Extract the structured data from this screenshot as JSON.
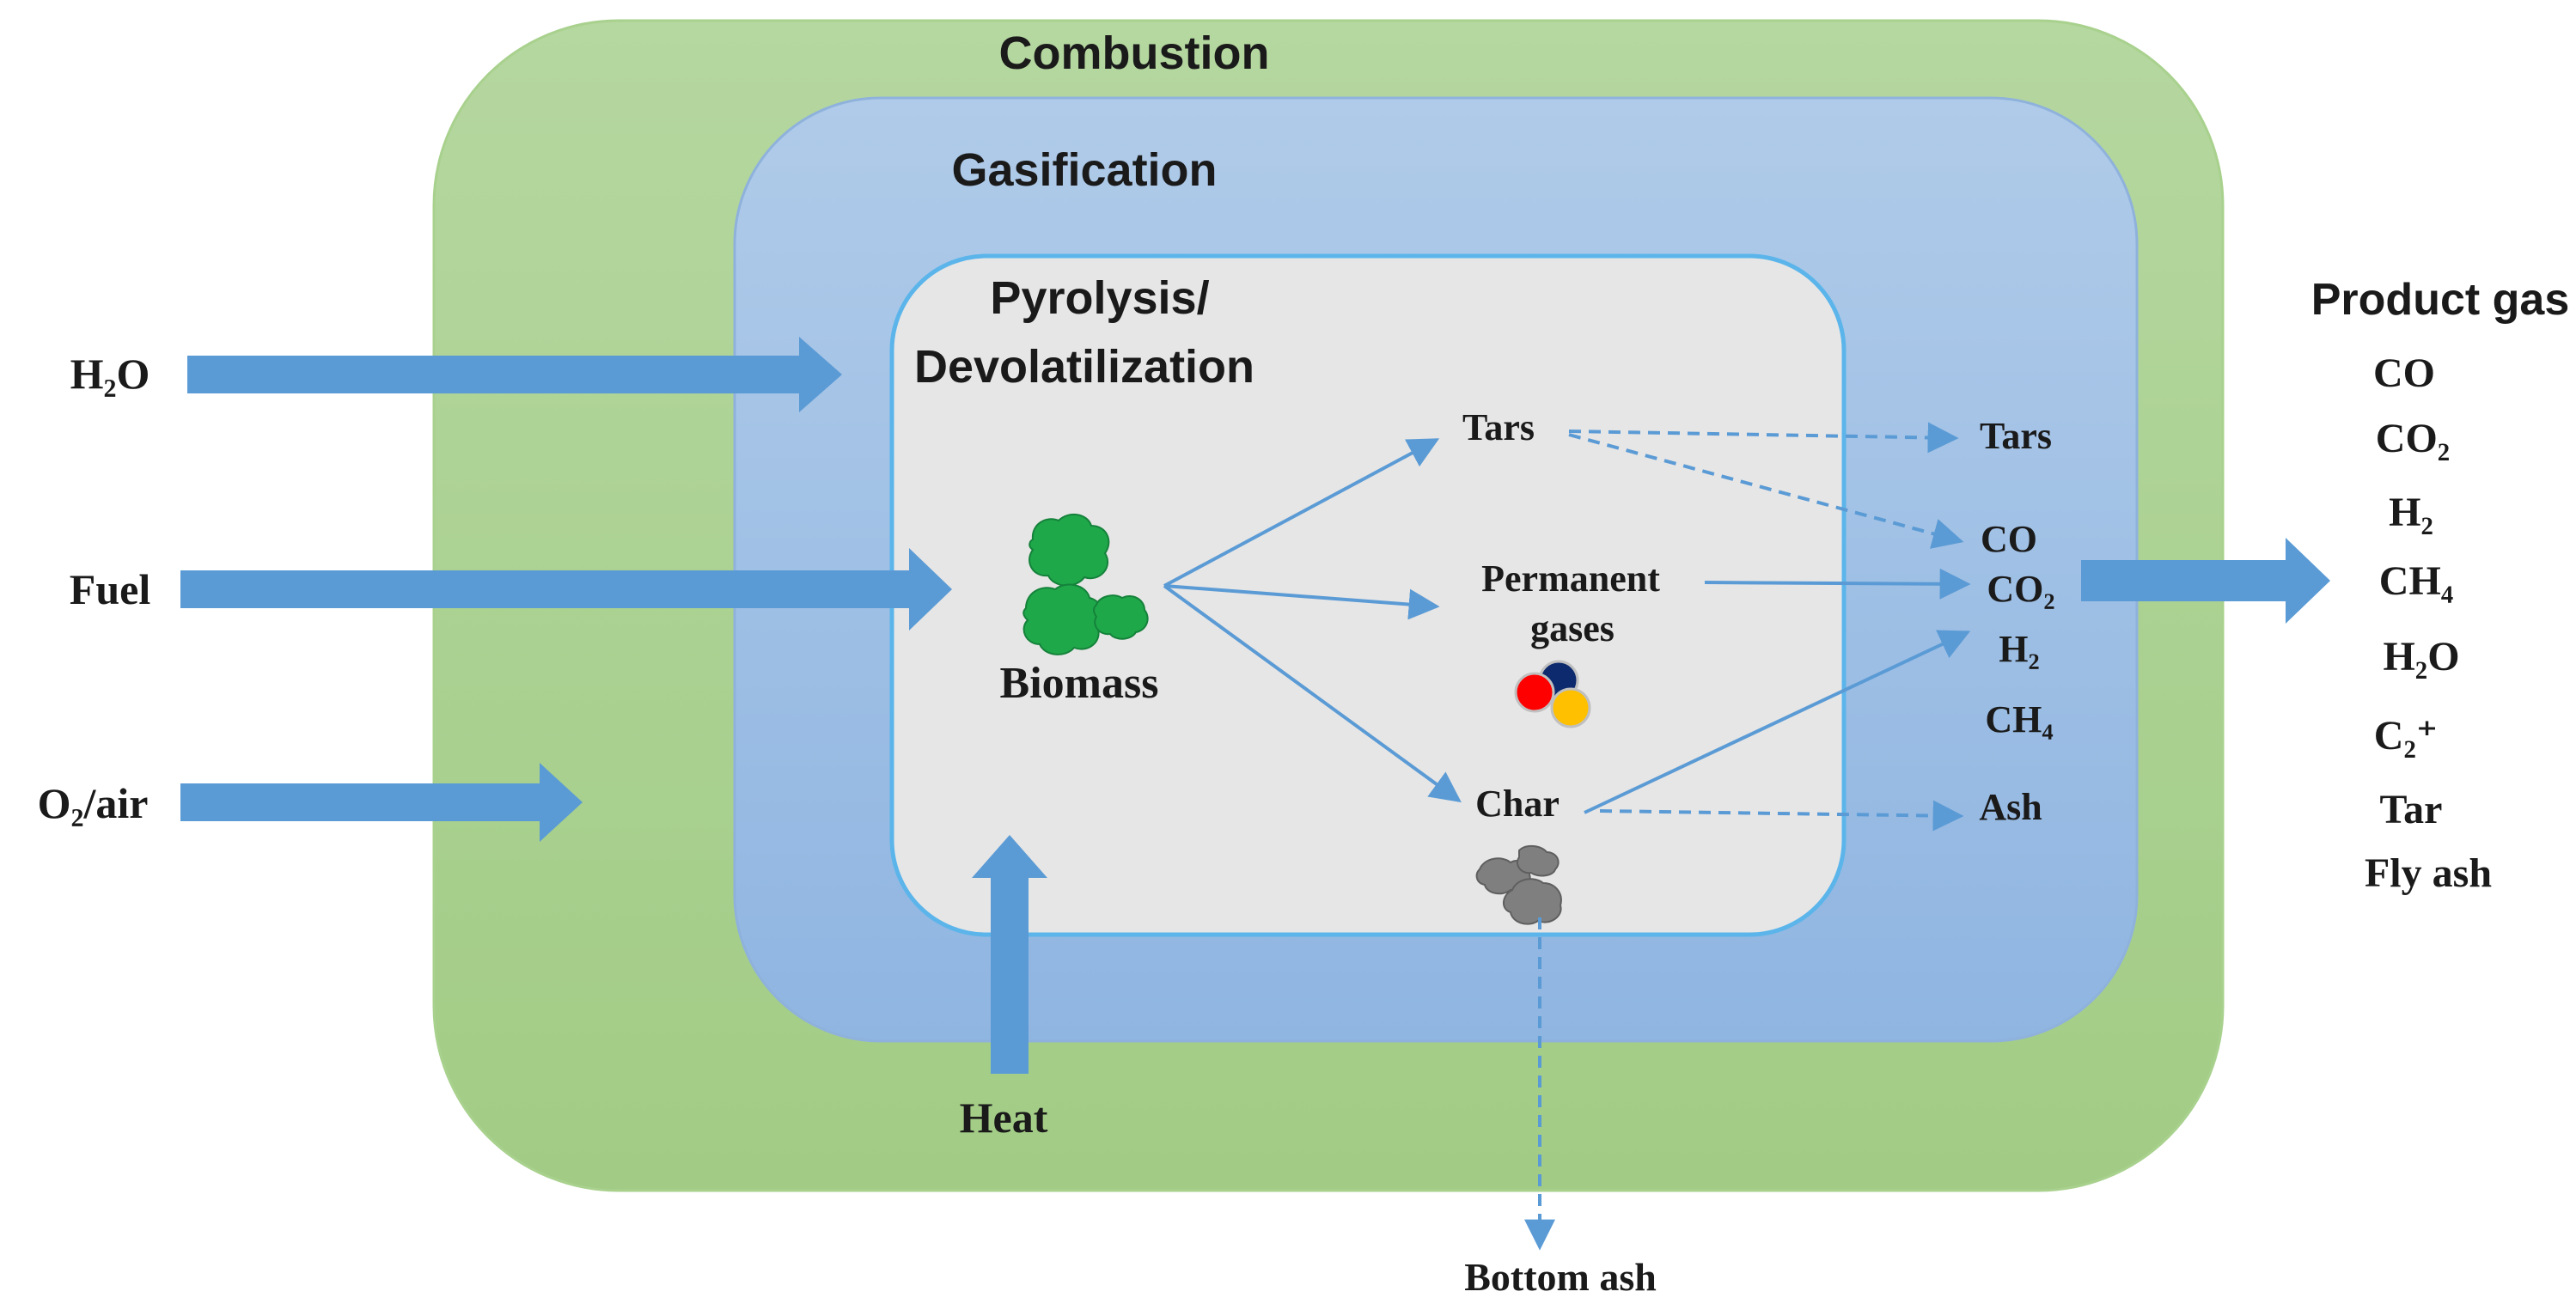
{
  "zones": {
    "combustion": "Combustion",
    "gasification": "Gasification",
    "pyrolysis_line1": "Pyrolysis/",
    "pyrolysis_line2": "Devolatilization"
  },
  "inputs": {
    "h2o": "H₂O",
    "fuel": "Fuel",
    "o2_air": "O₂/air",
    "heat": "Heat"
  },
  "pyrolysis": {
    "biomass": "Biomass",
    "tars": "Tars",
    "permanent_gases_line1": "Permanent",
    "permanent_gases_line2": "gases",
    "char": "Char"
  },
  "gasification_products": {
    "tars": "Tars",
    "co": "CO",
    "co2": "CO₂",
    "h2": "H₂",
    "ch4": "CH₄",
    "ash": "Ash"
  },
  "product_gas": {
    "title": "Product gas",
    "items": [
      "CO",
      "CO₂",
      "H₂",
      "CH₄",
      "H₂O",
      "C₂⁺",
      "Tar",
      "Fly ash"
    ]
  },
  "bottom_ash": "Bottom ash",
  "colors": {
    "combustion_fill": "#a9d18e",
    "gasification_fill": "#9dc3e6",
    "pyrolysis_fill": "#e7e6e6",
    "pyrolysis_border": "#5bb5ea",
    "arrow_fill": "#5b9bd5",
    "biomass_green": "#1fa84a",
    "char_gray": "#7f7f7f",
    "gas_red": "#ff0000",
    "gas_navy": "#0d2a6e",
    "gas_yellow": "#ffc000"
  }
}
